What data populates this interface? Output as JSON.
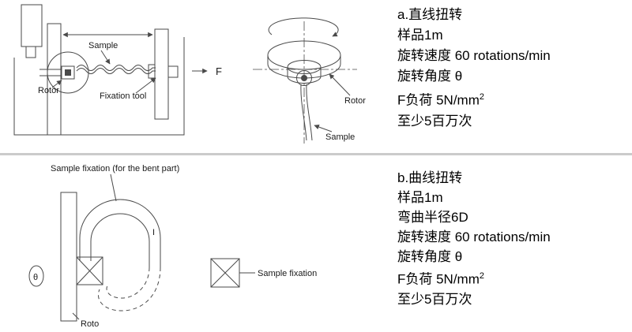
{
  "colors": {
    "line": "#4a4a4a",
    "divider": "#cbcbcb",
    "text": "#000000"
  },
  "panel_a": {
    "diagram": {
      "sample_label": "Sample",
      "rotor_label": "Rotor",
      "fixation_tool_label": "Fixation tool",
      "force_label": "F",
      "topview_rotor_label": "Rotor",
      "topview_sample_label": "Sample"
    },
    "specs": {
      "title": "a.直线扭转",
      "sample_length": "样品1m",
      "rotation_speed": "旋转速度 60 rotations/min",
      "rotation_angle": "旋转角度 θ",
      "f_load": "F负荷 5N/mm",
      "f_load_sup": "2",
      "min_cycles": "至少5百万次"
    }
  },
  "panel_b": {
    "diagram": {
      "bent_fixation_label": "Sample fixation (for the bent part)",
      "sample_fixation_label": "Sample fixation",
      "rotor_label": "Roto",
      "theta_label": "θ",
      "i_mark": "I"
    },
    "specs": {
      "title": "b.曲线扭转",
      "sample_length": "样品1m",
      "bend_radius": "弯曲半径6D",
      "rotation_speed": "旋转速度 60 rotations/min",
      "rotation_angle": "旋转角度 θ",
      "f_load": "F负荷 5N/mm",
      "f_load_sup": "2",
      "min_cycles": "至少5百万次"
    }
  }
}
